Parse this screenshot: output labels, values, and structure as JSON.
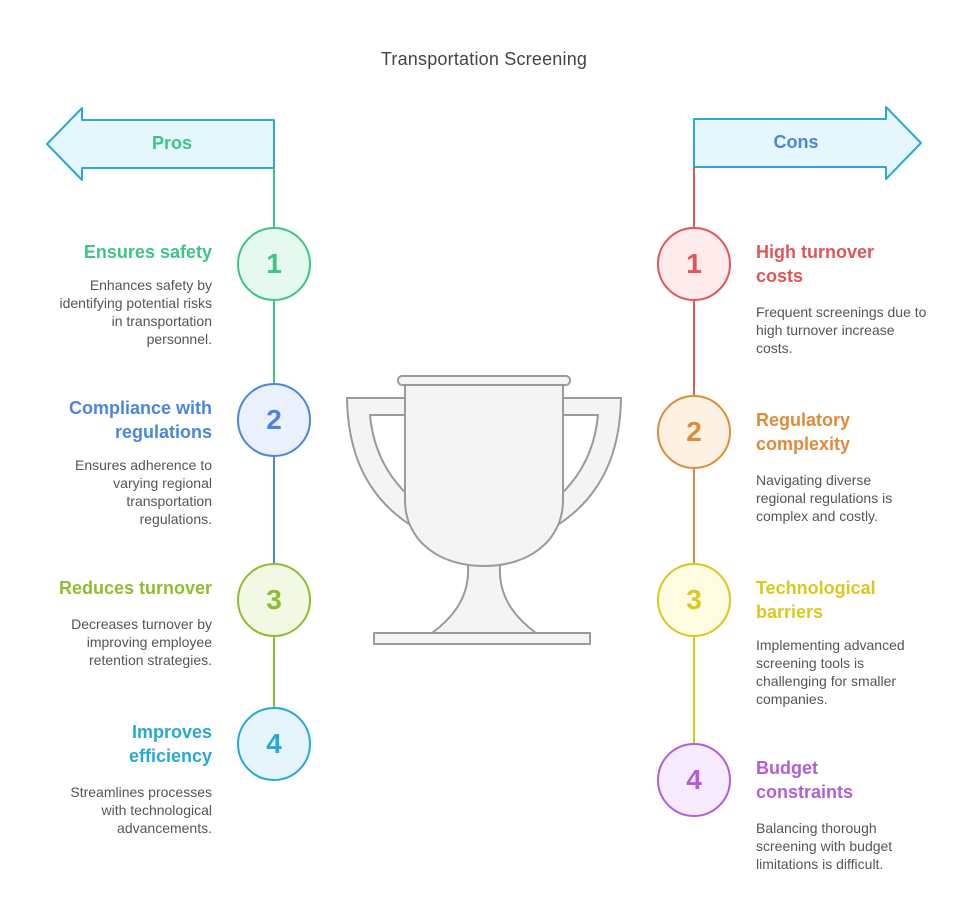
{
  "title": "Transportation Screening",
  "pros": {
    "label": "Pros",
    "items": [
      {
        "number": "1",
        "title": "Ensures safety",
        "description": "Enhances safety by identifying potential risks in transportation personnel.",
        "color": "#3cc584",
        "fill": "#e6f9ee"
      },
      {
        "number": "2",
        "title": "Compliance with regulations",
        "description": "Ensures adherence to varying regional transportation regulations.",
        "color": "#4a86de",
        "fill": "#eaf1fc"
      },
      {
        "number": "3",
        "title": "Reduces turnover",
        "description": "Decreases turnover by improving employee retention strategies.",
        "color": "#8ebd32",
        "fill": "#f1f8e4"
      },
      {
        "number": "4",
        "title": "Improves efficiency",
        "description": "Streamlines processes with technological advancements.",
        "color": "#26a9d5",
        "fill": "#e6f5fb"
      }
    ]
  },
  "cons": {
    "label": "Cons",
    "items": [
      {
        "number": "1",
        "title": "High turnover costs",
        "description": "Frequent screenings due to high turnover increase costs.",
        "color": "#e05557",
        "fill": "#fdebeb"
      },
      {
        "number": "2",
        "title": "Regulatory complexity",
        "description": "Navigating diverse regional regulations is complex and costly.",
        "color": "#e08a3a",
        "fill": "#fdf1e4"
      },
      {
        "number": "3",
        "title": "Technological barriers",
        "description": "Implementing advanced screening tools is challenging for smaller companies.",
        "color": "#d9c81e",
        "fill": "#fdfbe0"
      },
      {
        "number": "4",
        "title": "Budget constraints",
        "description": "Balancing thorough screening with budget limitations is difficult.",
        "color": "#b25ed8",
        "fill": "#f6ebfc"
      }
    ]
  },
  "colors": {
    "arrow_fill": "#e5f6fc",
    "arrow_stroke": "#2aa9d2",
    "trophy_stroke": "#9a9a9a",
    "trophy_fill": "#f4f4f4"
  }
}
